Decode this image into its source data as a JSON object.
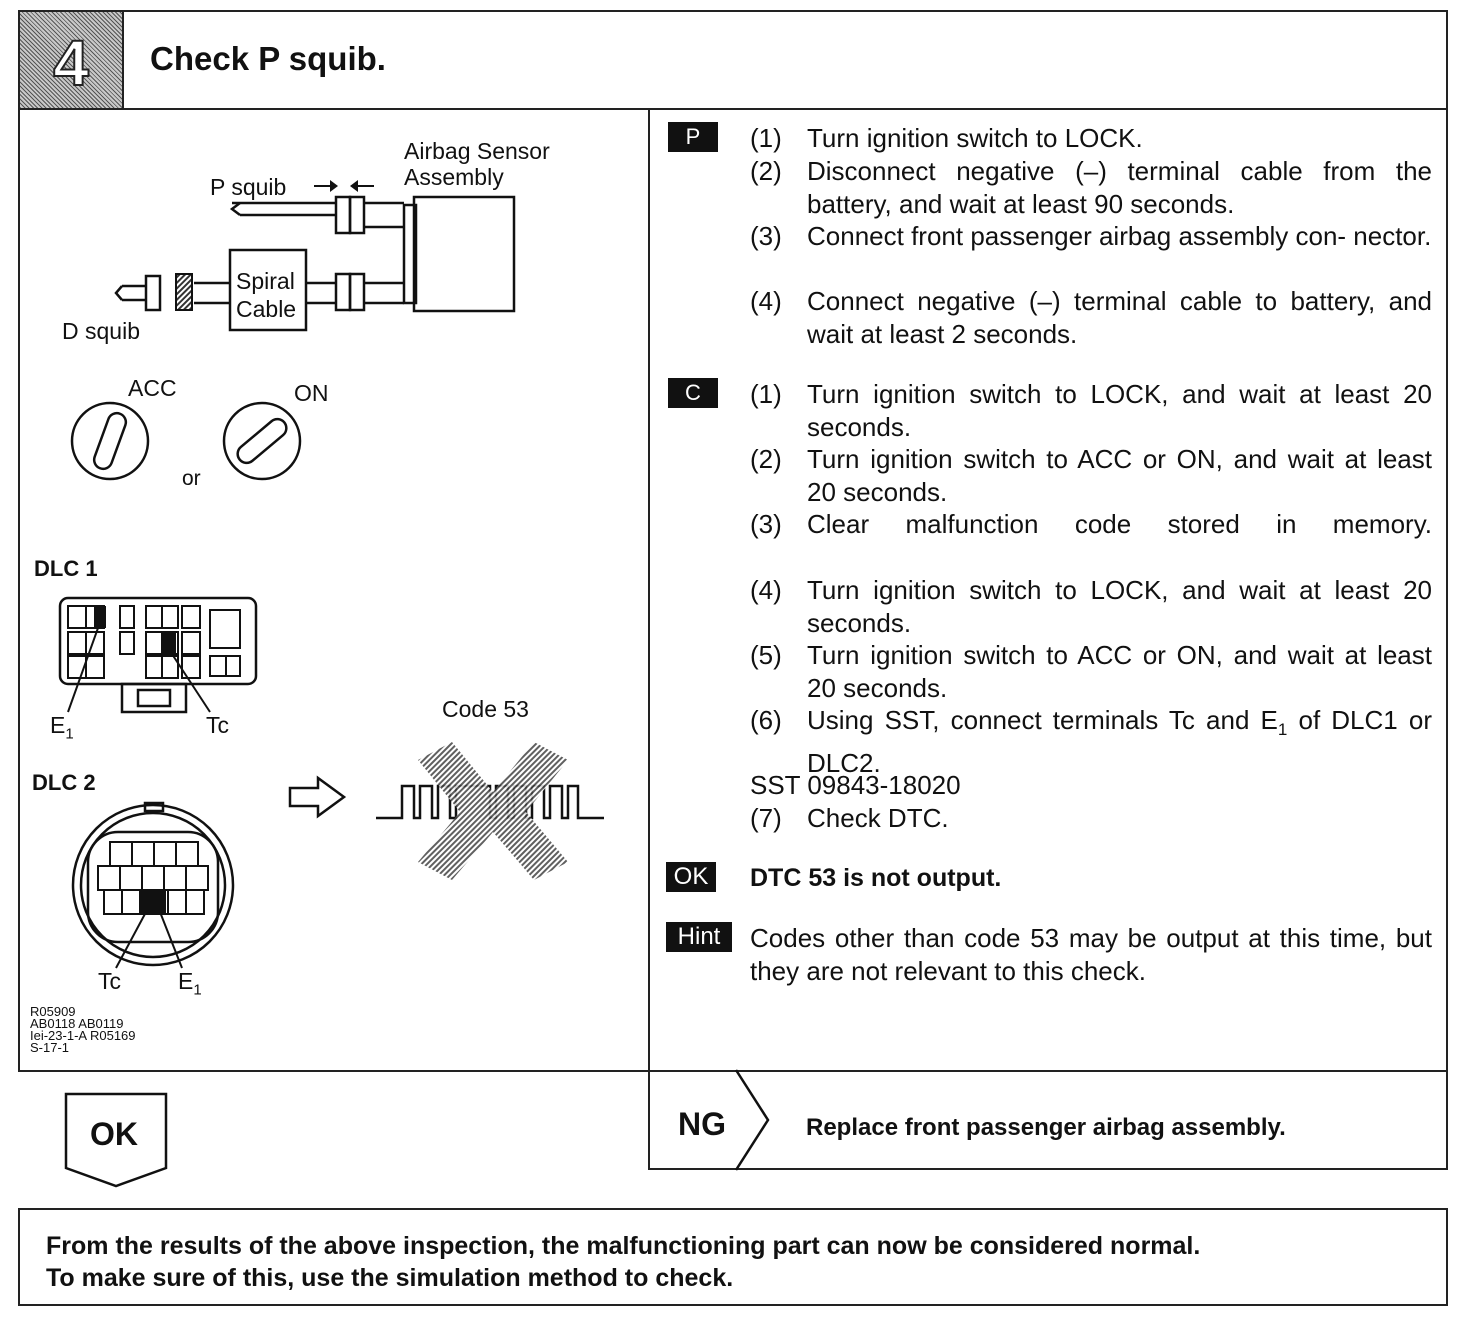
{
  "header": {
    "step_number": "4",
    "title": "Check P squib."
  },
  "diagram": {
    "airbag_sensor_line1": "Airbag Sensor",
    "airbag_sensor_line2": "Assembly",
    "p_squib": "P squib",
    "spiral_line1": "Spiral",
    "spiral_line2": "Cable",
    "d_squib": "D squib",
    "acc": "ACC",
    "on": "ON",
    "or": "or",
    "dlc1": "DLC 1",
    "dlc2": "DLC 2",
    "e1": "E",
    "e1_sub": "1",
    "tc": "Tc",
    "code": "Code  53",
    "ref_codes": "R05909\nAB0118 AB0119\nIei-23-1-A R05169\nS-17-1"
  },
  "section_p": {
    "tag": "P",
    "steps": [
      {
        "num": "(1)",
        "text": "Turn ignition switch to LOCK."
      },
      {
        "num": "(2)",
        "text": "Disconnect negative (–) terminal cable from the battery, and wait at least 90 seconds."
      },
      {
        "num": "(3)",
        "text": "Connect front passenger airbag assembly con- nector."
      },
      {
        "num": "(4)",
        "text": "Connect negative (–) terminal cable to battery, and wait at least 2 seconds."
      }
    ]
  },
  "section_c": {
    "tag": "C",
    "steps": [
      {
        "num": "(1)",
        "text": "Turn ignition switch to LOCK, and wait at least 20 seconds."
      },
      {
        "num": "(2)",
        "text": "Turn ignition switch to ACC or ON, and wait at least 20 seconds."
      },
      {
        "num": "(3)",
        "text": "Clear malfunction code stored in memory."
      },
      {
        "num": "(4)",
        "text": "Turn ignition switch to LOCK, and wait at least 20 seconds."
      },
      {
        "num": "(5)",
        "text": "Turn ignition switch to ACC or ON, and wait at least 20 seconds."
      },
      {
        "num": "(6)",
        "text_pre": "Using SST, connect terminals Tc and E",
        "text_sub": "1",
        "text_post": " of DLC1 or DLC2."
      },
      {
        "num": "(7)",
        "text": "Check DTC."
      }
    ],
    "sst": "SST 09843-18020"
  },
  "ok_result": {
    "tag": "OK",
    "text": "DTC 53 is not output."
  },
  "hint": {
    "tag": "Hint",
    "text": "Codes other than code 53 may be output at this time, but they are not relevant to this check."
  },
  "outcomes": {
    "ok_label": "OK",
    "ng_label": "NG",
    "ng_action": "Replace front passenger airbag assembly."
  },
  "footer": {
    "line1": "From the results of the above inspection, the malfunctioning part can now be considered normal.",
    "line2": "To make sure of this, use the simulation method to check."
  }
}
